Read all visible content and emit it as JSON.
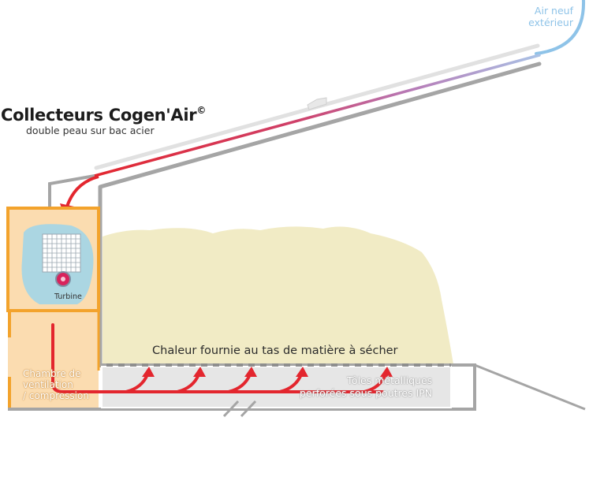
{
  "title": {
    "main": "Collecteurs Cogen'Air",
    "mark": "©",
    "subtitle": "double peau sur bac acier"
  },
  "labels": {
    "fresh_air_line1": "Air neuf",
    "fresh_air_line2": "extérieur",
    "heat": "Chaleur fournie au tas de matière à sécher",
    "sheets_line1": "Tôles métalliques",
    "sheets_line2": "perforées sous poutres IPN",
    "chamber_line1": "Chambre de",
    "chamber_line2": "ventilation",
    "chamber_line3": "/ compression",
    "turbine": "Turbine"
  },
  "colors": {
    "fresh_air": "#8ec3e8",
    "hot_air": "#e3262e",
    "pile": "#f1ebc5",
    "chamber_fill": "#fbdcb0",
    "chamber_frame": "#f3a32c",
    "turbine_blob": "#abd6e2",
    "structure": "#a5a5a5"
  }
}
